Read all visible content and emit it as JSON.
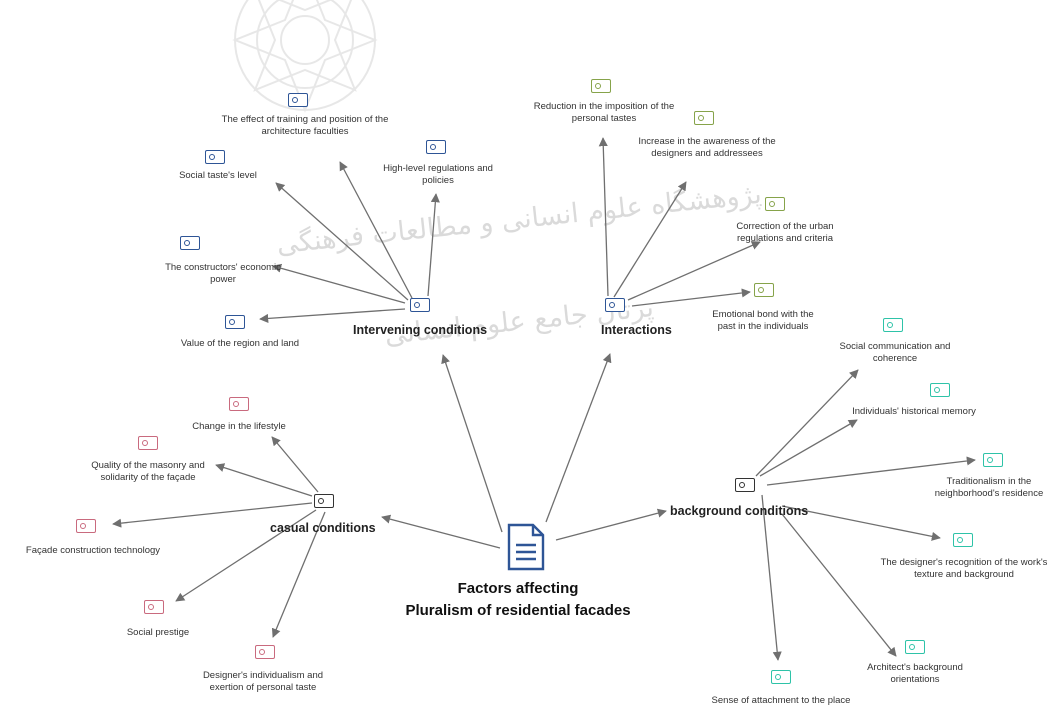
{
  "colors": {
    "intervening": "#2e5596",
    "interactions": "#86a34a",
    "casual": "#c96a7e",
    "background": "#2ec3a8",
    "core": "#2e5596",
    "edge": "#6f6f6f",
    "watermark": "#bdbdbd"
  },
  "central": {
    "icon": "document-icon",
    "title_line1": "Factors affecting",
    "title_line2": "Pluralism of residential facades"
  },
  "groups": {
    "intervening": {
      "label": "Intervening conditions",
      "icon": "code-icon",
      "codes": [
        {
          "icon": "code-icon",
          "label": "The effect of training and position of the architecture faculties"
        },
        {
          "icon": "code-icon",
          "label": "Social taste's level"
        },
        {
          "icon": "code-icon",
          "label": "High-level regulations and policies"
        },
        {
          "icon": "code-icon",
          "label": "The constructors' economic power"
        },
        {
          "icon": "code-icon",
          "label": "Value of the region and land"
        }
      ]
    },
    "interactions": {
      "label": "Interactions",
      "icon": "code-icon",
      "codes": [
        {
          "icon": "code-icon",
          "label": "Reduction in the imposition of the personal tastes"
        },
        {
          "icon": "code-icon",
          "label": "Increase in the awareness of the designers and addressees"
        },
        {
          "icon": "code-icon",
          "label": "Correction of the urban regulations and criteria"
        },
        {
          "icon": "code-icon",
          "label": "Emotional bond with the past in the individuals"
        }
      ]
    },
    "casual": {
      "label": "casual conditions",
      "icon": "code-icon",
      "codes": [
        {
          "icon": "code-icon",
          "label": "Change in the lifestyle"
        },
        {
          "icon": "code-icon",
          "label": "Quality of the masonry and solidarity of the façade"
        },
        {
          "icon": "code-icon",
          "label": "Façade construction technology"
        },
        {
          "icon": "code-icon",
          "label": "Social prestige"
        },
        {
          "icon": "code-icon",
          "label": "Designer's individualism and exertion of personal taste"
        }
      ]
    },
    "background": {
      "label": "background conditions",
      "icon": "code-icon",
      "codes": [
        {
          "icon": "code-icon",
          "label": "Social communication and coherence"
        },
        {
          "icon": "code-icon",
          "label": "Individuals' historical memory"
        },
        {
          "icon": "code-icon",
          "label": "Traditionalism in the neighborhood's residence"
        },
        {
          "icon": "code-icon",
          "label": "The designer's recognition of the work's texture and background"
        },
        {
          "icon": "code-icon",
          "label": "Architect's background orientations"
        },
        {
          "icon": "code-icon",
          "label": "Sense of attachment to the place"
        }
      ]
    }
  },
  "watermark": {
    "text_line1": "پژوهشگاه علوم انسانی و مطالعات فرهنگی",
    "text_line2": "پرتال جامع علوم انسانی"
  }
}
